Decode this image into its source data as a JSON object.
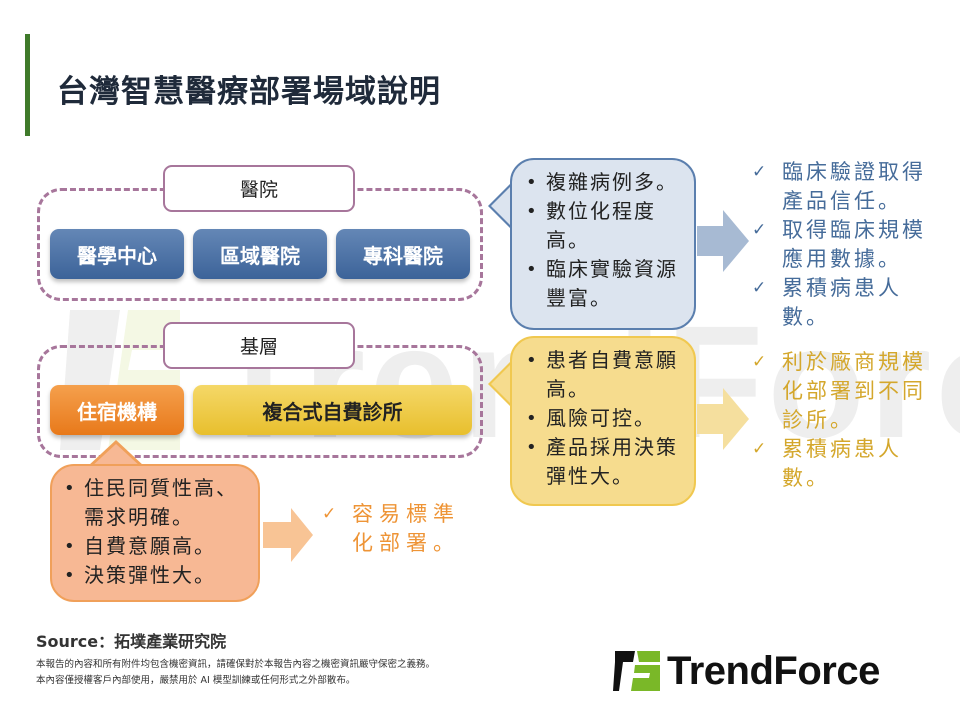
{
  "header": {
    "title": "台灣智慧醫療部署場域說明",
    "accent_color": "#3f7a2a"
  },
  "watermark": {
    "text": "TrendForce"
  },
  "hospital": {
    "label": "醫院",
    "tiles": [
      "醫學中心",
      "區域醫院",
      "專科醫院"
    ],
    "tile_color": "#3c6399",
    "features": [
      "複雜病例多。",
      "數位化程度高。",
      "臨床實驗資源豐富。"
    ],
    "outcomes": [
      "臨床驗證取得產品信任。",
      "取得臨床規模應用數據。",
      "累積病患人數。"
    ],
    "outcome_color": "#466c9a"
  },
  "primary": {
    "label": "基層",
    "tiles": [
      "住宿機構",
      "複合式自費診所"
    ],
    "tile_colors": [
      "#e8791a",
      "#e8bf2d"
    ],
    "clinic_features": [
      "患者自費意願高。",
      "風險可控。",
      "產品採用決策彈性大。"
    ],
    "clinic_outcomes": [
      "利於廠商規模化部署到不同診所。",
      "累積病患人數。"
    ],
    "clinic_outcome_color": "#d4a72c",
    "residential_features": [
      "住民同質性高、需求明確。",
      "自費意願高。",
      "決策彈性大。"
    ],
    "residential_outcomes": [
      "容易標準化部署。"
    ],
    "residential_outcome_color": "#ee9436"
  },
  "group_border_color": "#a7769b",
  "footer": {
    "source": "Source：拓墣產業研究院",
    "disclaimer_line1": "本報告的內容和所有附件均包含機密資訊，請確保對於本報告內容之機密資訊嚴守保密之義務。",
    "disclaimer_line2": "本內容僅授權客戶內部使用，嚴禁用於 AI 模型訓練或任何形式之外部散布。",
    "brand": "TrendForce"
  }
}
